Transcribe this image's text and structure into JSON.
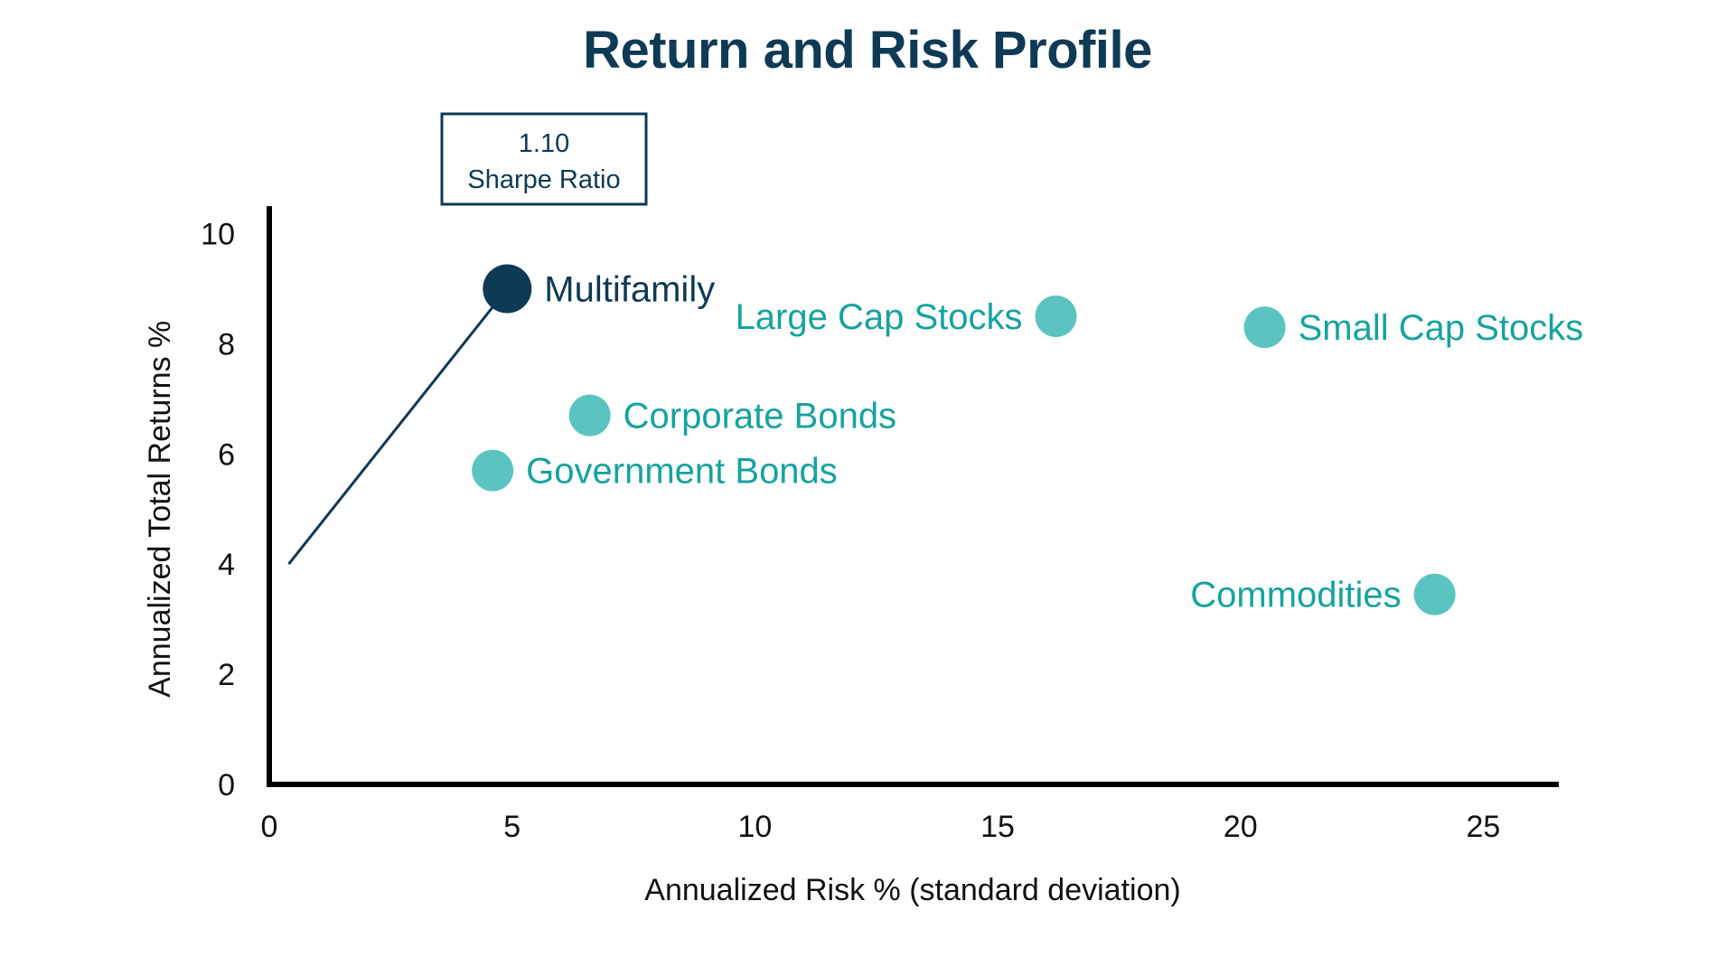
{
  "chart_data": {
    "type": "scatter",
    "title": "Return and Risk Profile",
    "xlabel": "Annualized Risk % (standard deviation)",
    "ylabel": "Annualized Total Returns %",
    "xlim": [
      0,
      26.5
    ],
    "ylim": [
      0,
      10.6
    ],
    "xticks": [
      "0",
      "5",
      "10",
      "15",
      "20",
      "25"
    ],
    "xtick_values": [
      0,
      5,
      10,
      15,
      20,
      25
    ],
    "yticks": [
      "0",
      "2",
      "4",
      "6",
      "8",
      "10"
    ],
    "ytick_values": [
      0,
      2,
      4,
      6,
      8,
      10
    ],
    "grid": false,
    "legend": "none",
    "points": [
      {
        "name": "Multifamily",
        "x": 4.9,
        "y": 9.0,
        "color": "#0E3A56",
        "label_side": "right",
        "highlight": true
      },
      {
        "name": "Large Cap Stocks",
        "x": 16.2,
        "y": 8.5,
        "color": "#5CC4C0",
        "label_side": "left",
        "highlight": false
      },
      {
        "name": "Small Cap Stocks",
        "x": 20.5,
        "y": 8.3,
        "color": "#5CC4C0",
        "label_side": "right",
        "highlight": false
      },
      {
        "name": "Corporate Bonds",
        "x": 6.6,
        "y": 6.7,
        "color": "#5CC4C0",
        "label_side": "right",
        "highlight": false
      },
      {
        "name": "Government Bonds",
        "x": 4.6,
        "y": 5.7,
        "color": "#5CC4C0",
        "label_side": "right",
        "highlight": false
      },
      {
        "name": "Commodities",
        "x": 24.0,
        "y": 3.45,
        "color": "#5CC4C0",
        "label_side": "left",
        "highlight": false
      }
    ],
    "annotation": {
      "value": "1.10",
      "caption": "Sharpe Ratio",
      "line_from": [
        0.4,
        4.0
      ],
      "line_to": [
        4.9,
        9.0
      ]
    }
  },
  "colors": {
    "title": "#0E3A56",
    "navy": "#0E3A56",
    "teal_dot": "#5CC4C0",
    "teal_text": "#17A3A0",
    "axis": "#000000"
  }
}
